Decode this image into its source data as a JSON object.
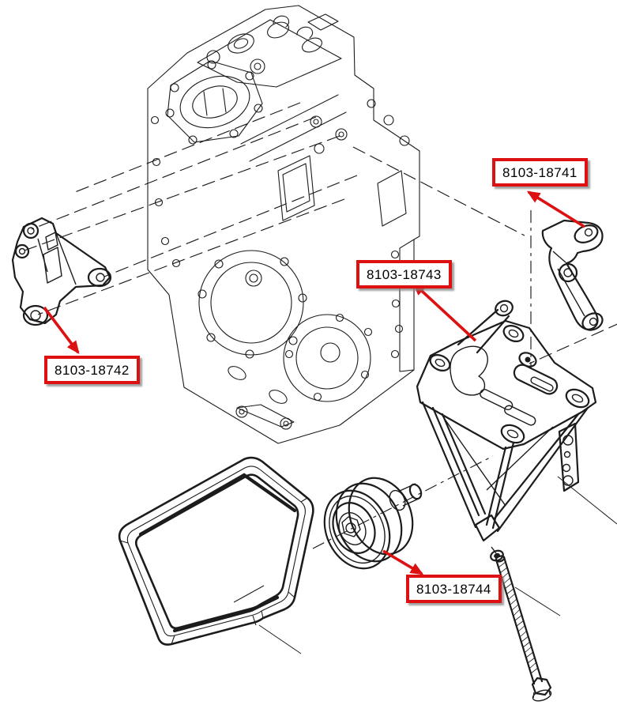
{
  "diagram": {
    "callouts": [
      {
        "part_number": "8103-18741"
      },
      {
        "part_number": "8103-18742"
      },
      {
        "part_number": "8103-18743"
      },
      {
        "part_number": "8103-18744"
      }
    ],
    "colors": {
      "callout_border": "#dd1111",
      "callout_background": "#ffffff",
      "callout_text": "#000000",
      "callout_shadow": "#9a9a9a",
      "line_art": "#1c1c1c",
      "background": "#ffffff"
    }
  }
}
